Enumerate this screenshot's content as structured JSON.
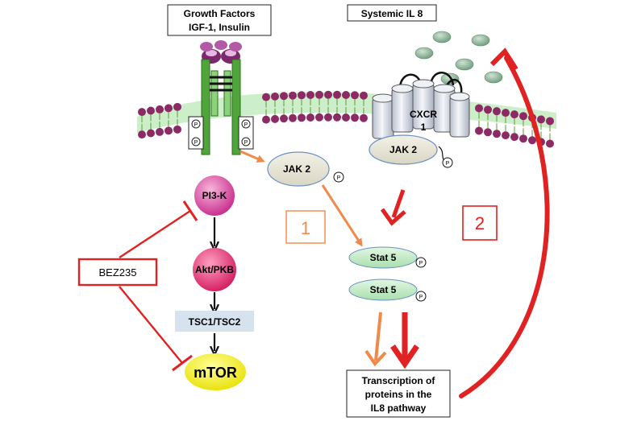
{
  "labels": {
    "growth_factors_line1": "Growth Factors",
    "growth_factors_line2": "IGF-1, Insulin",
    "systemic_il8": "Systemic IL 8",
    "cxcr_line1": "CXCR",
    "cxcr_line2": "1",
    "jak2_receptor": "JAK 2",
    "jak2_free": "JAK 2",
    "phospho": "P",
    "pi3k": "PI3-K",
    "akt": "Akt/PKB",
    "tsc": "TSC1/TSC2",
    "mtor": "mTOR",
    "bez235": "BEZ235",
    "stat5_top": "Stat 5",
    "stat5_bottom": "Stat 5",
    "path_1": "1",
    "path_2": "2",
    "transcription_line1": "Transcription of",
    "transcription_line2": "proteins in the",
    "transcription_line3": "IL8 pathway"
  },
  "colors": {
    "membrane_band": "#c6ecc3",
    "lipid_head": "#8b2a63",
    "lipid_tail": "#5a9a3a",
    "receptor_green": "#4fa43a",
    "receptor_green_light": "#8cd27a",
    "receptor_head": "#7a2a6a",
    "cxcr_barrel": "#dde2ec",
    "jak_fill": "#e8e6d8",
    "jak_stroke": "#6c8fc4",
    "pi3k_fill": "#d94aa0",
    "akt_fill": "#e23a78",
    "tsc_fill": "#d7e2ef",
    "mtor_fill": "#f4f000",
    "stat_fill": "#c4ecc6",
    "il8_particle": "#8fb39a",
    "orange_arrow": "#f08a4b",
    "red_arrow": "#e02222",
    "box1_stroke": "#f08a4b",
    "box2_stroke": "#e02222",
    "bez_stroke": "#e02222"
  }
}
